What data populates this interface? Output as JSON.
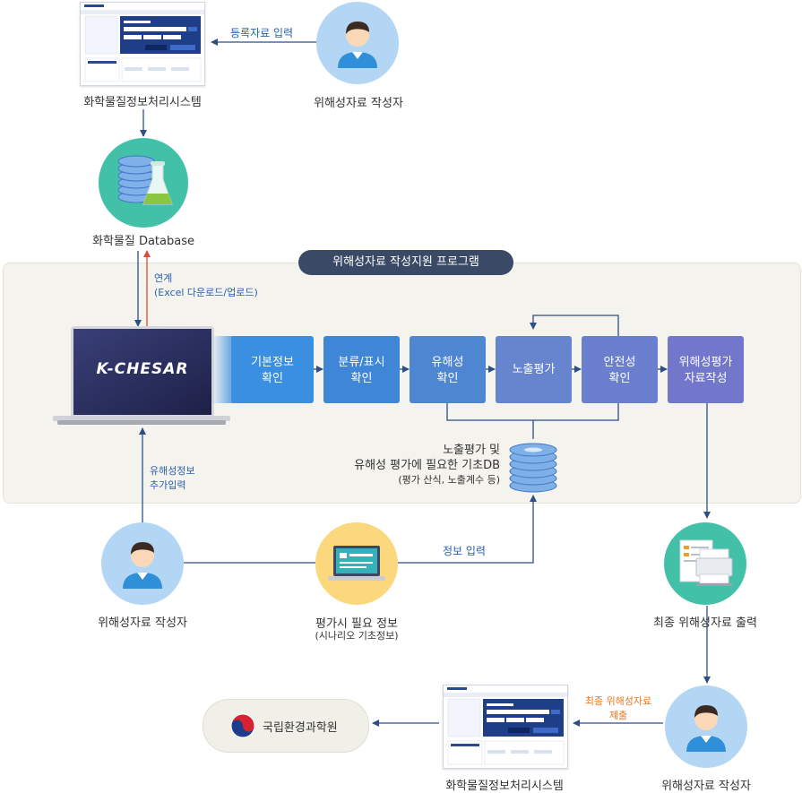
{
  "top": {
    "system_label": "화학물질정보처리시스템",
    "register_input": "등록자료 입력",
    "author_label": "위해성자료 작성자",
    "database_label": "화학물질 Database"
  },
  "program": {
    "title": "위해성자료 작성지원 프로그램",
    "link_label_1": "연계",
    "link_label_2": "(Excel 다운로드/업로드)",
    "laptop_brand": "K-CHESAR",
    "steps": [
      {
        "line1": "기본정보",
        "line2": "확인"
      },
      {
        "line1": "분류/표시",
        "line2": "확인"
      },
      {
        "line1": "유해성",
        "line2": "확인"
      },
      {
        "line1": "노출평가",
        "line2": ""
      },
      {
        "line1": "안전성",
        "line2": "확인"
      },
      {
        "line1": "위해성평가",
        "line2": "자료작성"
      }
    ],
    "db_line1": "노출평가 및",
    "db_line2": "유해성 평가에 필요한 기초DB",
    "db_line3": "(평가 산식, 노출계수 등)",
    "add_input_1": "유해성정보",
    "add_input_2": "추가입력"
  },
  "bottom": {
    "author_label": "위해성자료 작성자",
    "info_input": "정보 입력",
    "eval_info_1": "평가시 필요 정보",
    "eval_info_2": "(시나리오 기초정보)",
    "final_output": "최종 위해성자료 출력",
    "final_submit_1": "최종 위해성자료",
    "final_submit_2": "제출",
    "system_label": "화학물질정보처리시스템",
    "final_author": "위해성자료 작성자",
    "institute": "국립환경과학원"
  },
  "colors": {
    "arrow": "#2c4f86",
    "red_arrow": "#e04a3a",
    "step1": "#3a8fe0",
    "step2": "#3f86d6",
    "step3": "#4f86d2",
    "step4": "#6784cf",
    "step5": "#6b7fcf",
    "step6": "#7377cb"
  }
}
